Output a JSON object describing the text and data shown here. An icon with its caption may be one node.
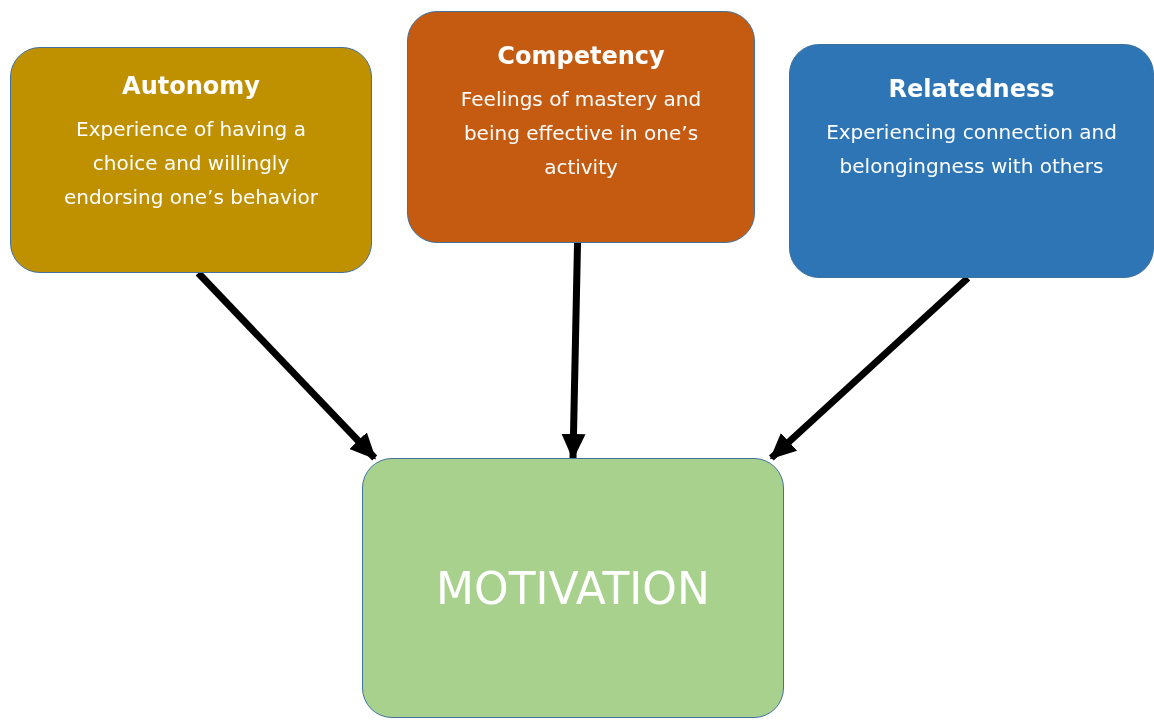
{
  "diagram": {
    "nodes": [
      {
        "text": [
          "Autonomy",
          "Experience of having a choice and willingly endorsing one’s behavior"
        ]
      },
      {
        "text": [
          "Competency",
          "Feelings of mastery and being effective in one’s activity"
        ]
      },
      {
        "text": [
          "Relatedness",
          "Experiencing connection and belongingness with others"
        ]
      },
      {
        "text": [
          "MOTIVATION"
        ]
      }
    ],
    "edges": [
      {
        "from": 0,
        "to": 3,
        "arrow": "to"
      },
      {
        "from": 1,
        "to": 3,
        "arrow": "to"
      },
      {
        "from": 2,
        "to": 3,
        "arrow": "to"
      }
    ]
  }
}
